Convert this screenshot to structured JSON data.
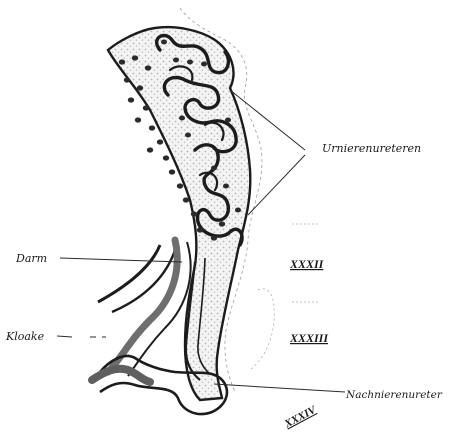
{
  "labels": {
    "urnierenureteren": "Urnierenureteren",
    "darm": "Darm",
    "kloake": "Kloake",
    "nachnierenureter": "Nachnierenureter"
  },
  "section_marks": [
    "XXXII",
    "XXXIII",
    "XXXIV"
  ],
  "colors": {
    "outline": "#1c1c1c",
    "stipple": "#c9c9c9",
    "epithelium": "#6e6e6e",
    "background": "#ffffff"
  }
}
